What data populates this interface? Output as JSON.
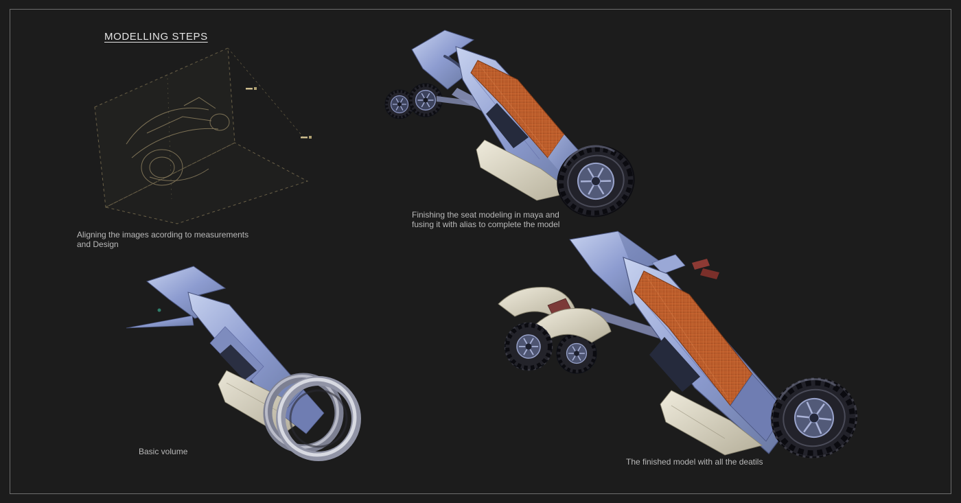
{
  "page": {
    "title": "MODELLING STEPS",
    "background": "#1c1c1c",
    "border_color": "#6e6e6e"
  },
  "steps": [
    {
      "id": "image-alignment",
      "figure": "wireframe-blueprint-with-image-planes",
      "caption_lines": [
        "Aligning the images acording to measurements",
        "and Design"
      ]
    },
    {
      "id": "seat-modeling",
      "figure": "model-with-orange-mesh-seat-render",
      "caption_lines": [
        "Finishing the seat modeling in maya and",
        "fusing it with alias to complete the model"
      ]
    },
    {
      "id": "basic-volume",
      "figure": "basic-volume-render",
      "caption_lines": [
        "Basic volume"
      ]
    },
    {
      "id": "finished-model",
      "figure": "finished-detailed-model-render",
      "caption_lines": [
        "The finished model with all the deatils"
      ]
    }
  ],
  "colors": {
    "body_blue": "#8d9cd0",
    "panel_cream": "#d9d5c3",
    "seat_orange": "#bf5c2a",
    "wireframe_tan": "#8d7f5f",
    "title_text": "#e6e6e6",
    "caption_text": "#b9b9b9"
  }
}
